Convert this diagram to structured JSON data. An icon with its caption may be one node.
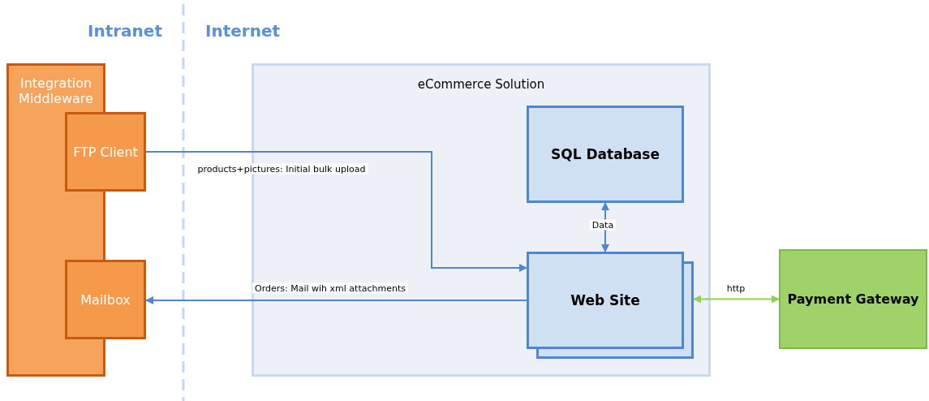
{
  "diagram": {
    "nodes": [
      {
        "text": [
          "Integration Middleware"
        ]
      },
      {
        "text": [
          "FTP Client"
        ]
      },
      {
        "text": [
          "Mailbox"
        ]
      },
      {
        "text": [
          "eCommerce Solution"
        ]
      },
      {
        "text": [
          "SQL Database"
        ],
        "in": 3
      },
      {
        "text": [
          "Web Site"
        ],
        "in": 3
      },
      {
        "text": [
          "Payment Gateway"
        ]
      }
    ],
    "edges": [
      {
        "from": 1,
        "to": 5,
        "arrow": "to",
        "label": "products+pictures: Initial bulk upload"
      },
      {
        "from": 5,
        "to": 2,
        "arrow": "to",
        "label": "Orders: Mail wih xml attachments"
      },
      {
        "from": 4,
        "to": 5,
        "arrow": "both",
        "label": "Data"
      },
      {
        "from": 5,
        "to": 6,
        "arrow": "both",
        "label": "http",
        "color": "#92d050"
      }
    ],
    "labels": [
      "Intranet",
      "Internet"
    ]
  }
}
